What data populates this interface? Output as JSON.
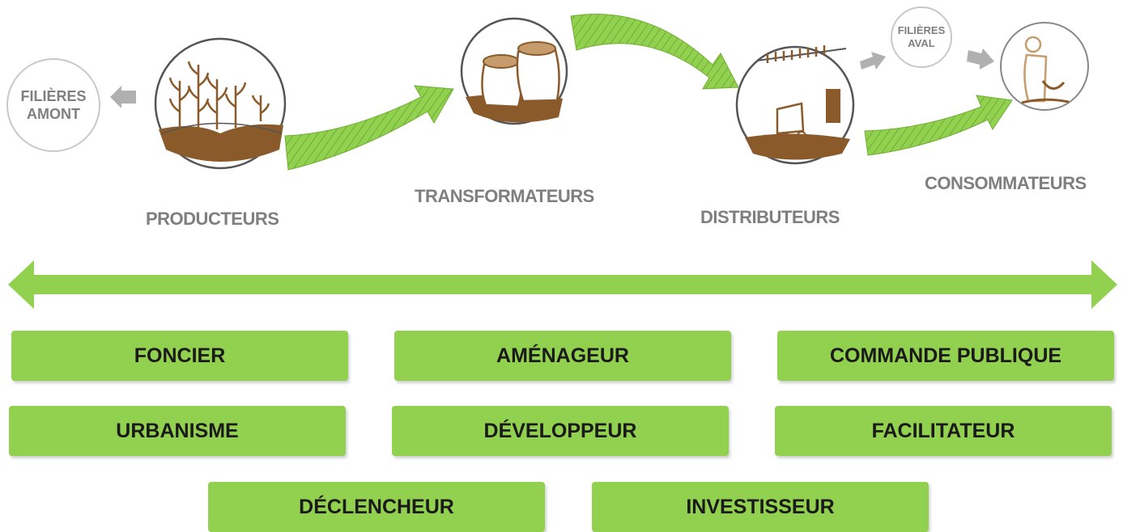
{
  "colors": {
    "green": "#92d050",
    "grey_text": "#7f7f7f",
    "brown": "#8b5a2b",
    "circle_border": "#555555"
  },
  "upstream": {
    "line1": "FILIÈRES",
    "line2": "AMONT"
  },
  "downstream": {
    "line1": "FILIÈRES",
    "line2": "AVAL"
  },
  "stages": {
    "producers": "PRODUCTEURS",
    "transformers": "TRANSFORMATEURS",
    "distributors": "DISTRIBUTEURS",
    "consumers": "CONSOMMATEURS"
  },
  "roles": {
    "foncier": "FONCIER",
    "amenageur": "AMÉNAGEUR",
    "commande_publique": "COMMANDE PUBLIQUE",
    "urbanisme": "URBANISME",
    "developpeur": "DÉVELOPPEUR",
    "facilitateur": "FACILITATEUR",
    "declencheur": "DÉCLENCHEUR",
    "investisseur": "INVESTISSEUR"
  },
  "icons": [
    "producers-field-icon",
    "grain-sacks-icon",
    "truck-warehouse-icon",
    "consumer-person-icon"
  ]
}
